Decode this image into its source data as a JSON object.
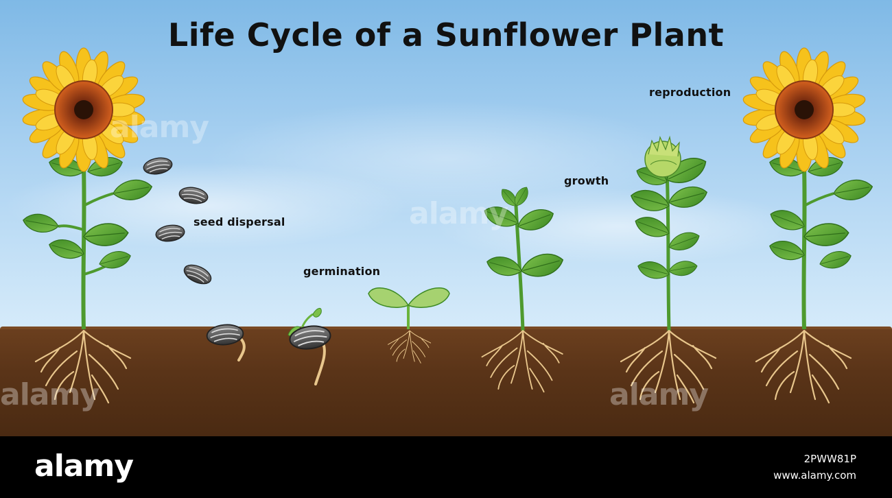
{
  "title": "Life Cycle of a Sunflower Plant",
  "stages": {
    "seed_dispersal": "seed dispersal",
    "germination": "germination",
    "growth": "growth",
    "reproduction": "reproduction"
  },
  "watermarks": [
    "alamy",
    "alamy",
    "alamy",
    "alamy"
  ],
  "footer": {
    "brand": "alamy",
    "image_id": "2PWW81P",
    "site": "www.alamy.com"
  },
  "colors": {
    "sky": "#a9d1f1",
    "soil": "#5a3418",
    "petal": "#f6c21c",
    "center": "#c9571b",
    "leaf": "#5fa83a",
    "stem": "#4e9a2e",
    "root": "#e8c68c"
  }
}
